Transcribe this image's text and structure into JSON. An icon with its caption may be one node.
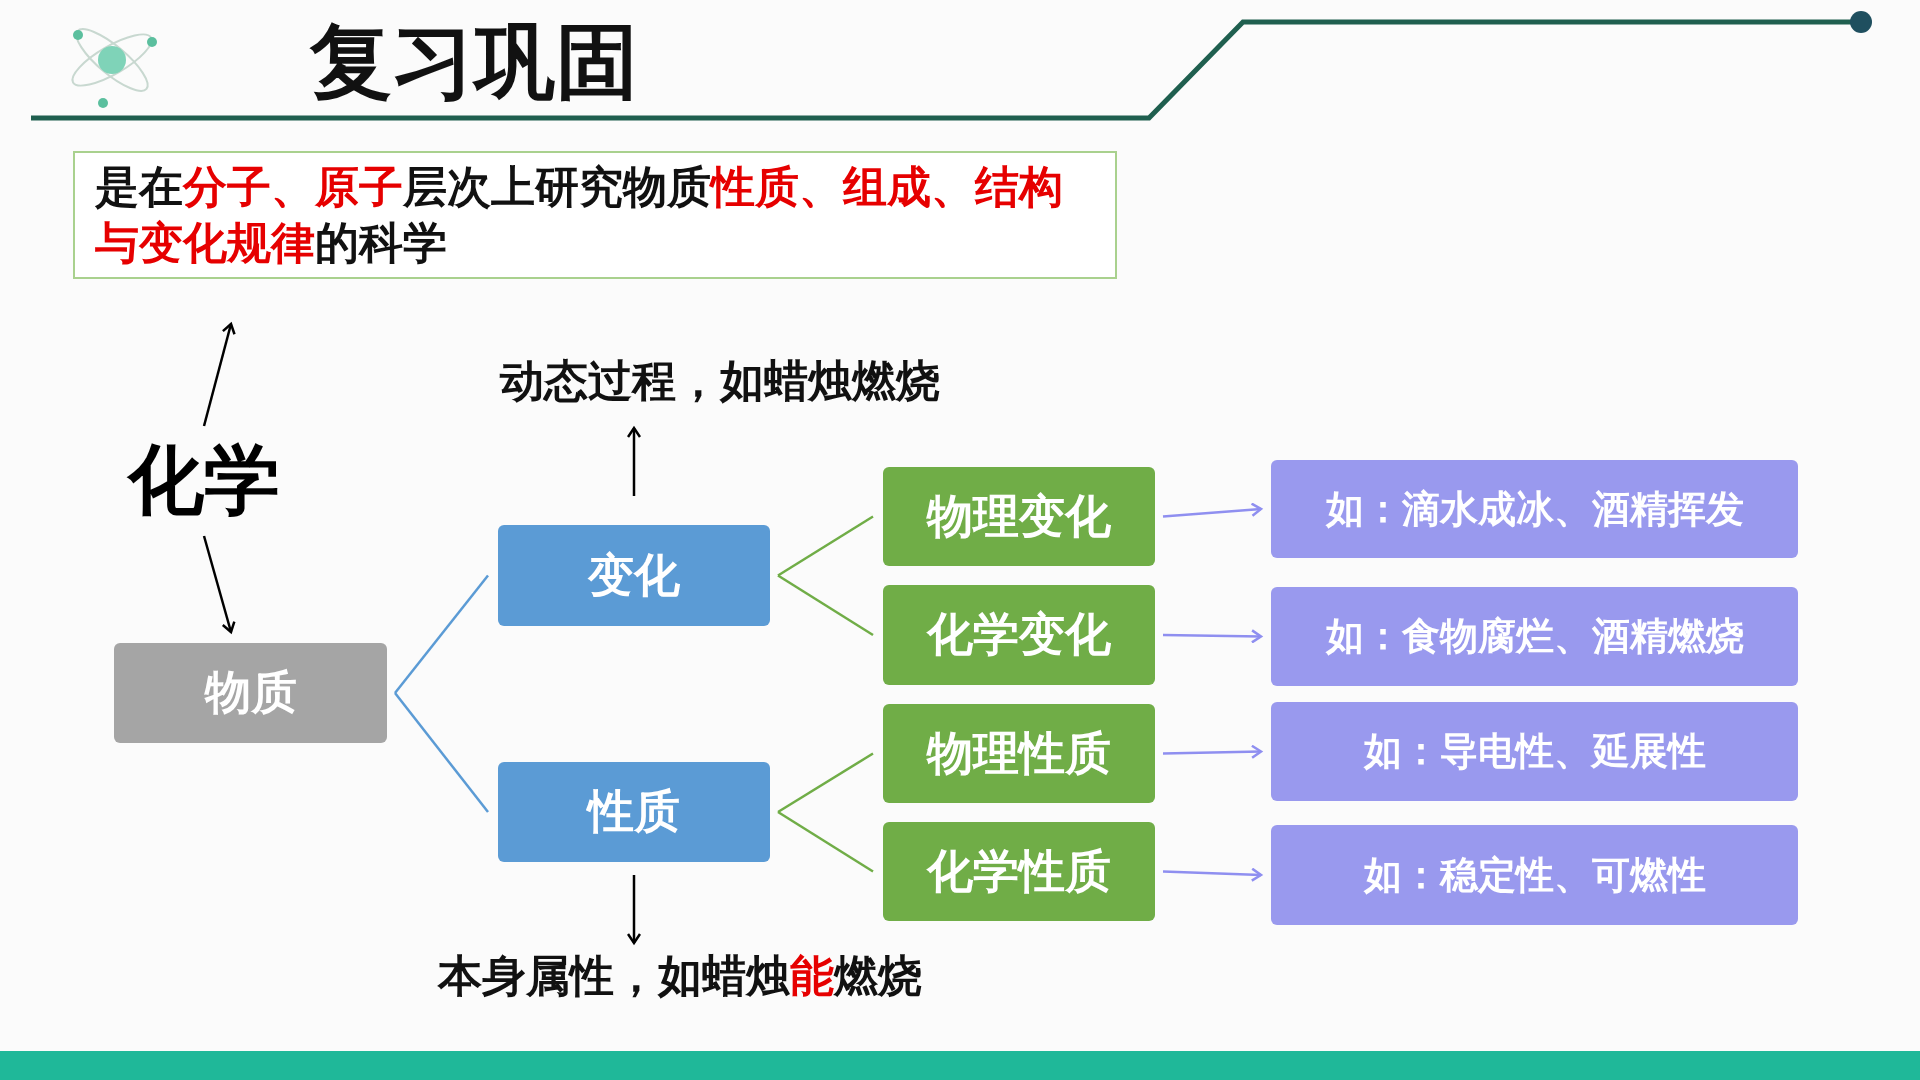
{
  "diagram": {
    "title": "复习巩固",
    "nodes": [
      {
        "text": [
          "是在**分子、原子**层次上研究物质**性质、组成、结构与变化规律**的科学"
        ]
      },
      {
        "text": [
          "化学"
        ]
      },
      {
        "text": [
          "物质"
        ]
      },
      {
        "text": [
          "变化"
        ]
      },
      {
        "text": [
          "性质"
        ]
      },
      {
        "text": [
          "动态过程，如蜡烛燃烧"
        ]
      },
      {
        "text": [
          "本身属性，如蜡烛**能**燃烧"
        ]
      },
      {
        "text": [
          "物理变化"
        ]
      },
      {
        "text": [
          "化学变化"
        ]
      },
      {
        "text": [
          "物理性质"
        ]
      },
      {
        "text": [
          "化学性质"
        ]
      },
      {
        "text": [
          "如：滴水成冰、酒精挥发"
        ]
      },
      {
        "text": [
          "如：食物腐烂、酒精燃烧"
        ]
      },
      {
        "text": [
          "如：导电性、延展性"
        ]
      },
      {
        "text": [
          "如：稳定性、可燃性"
        ]
      }
    ],
    "edges": [
      {
        "from": 1,
        "to": 0,
        "arrow": "to"
      },
      {
        "from": 1,
        "to": 2,
        "arrow": "to"
      },
      {
        "from": 2,
        "to": 3,
        "arrow": "none",
        "color": "#5b9bd5"
      },
      {
        "from": 2,
        "to": 4,
        "arrow": "none",
        "color": "#5b9bd5"
      },
      {
        "from": 3,
        "to": 5,
        "arrow": "to"
      },
      {
        "from": 4,
        "to": 6,
        "arrow": "to"
      },
      {
        "from": 3,
        "to": 7,
        "arrow": "none",
        "color": "#70ad47"
      },
      {
        "from": 3,
        "to": 8,
        "arrow": "none",
        "color": "#70ad47"
      },
      {
        "from": 4,
        "to": 9,
        "arrow": "none",
        "color": "#70ad47"
      },
      {
        "from": 4,
        "to": 10,
        "arrow": "none",
        "color": "#70ad47"
      },
      {
        "from": 7,
        "to": 11,
        "arrow": "to",
        "color": "#8f8ff0"
      },
      {
        "from": 8,
        "to": 12,
        "arrow": "to",
        "color": "#8f8ff0"
      },
      {
        "from": 9,
        "to": 13,
        "arrow": "to",
        "color": "#8f8ff0"
      },
      {
        "from": 10,
        "to": 14,
        "arrow": "to",
        "color": "#8f8ff0"
      }
    ]
  }
}
